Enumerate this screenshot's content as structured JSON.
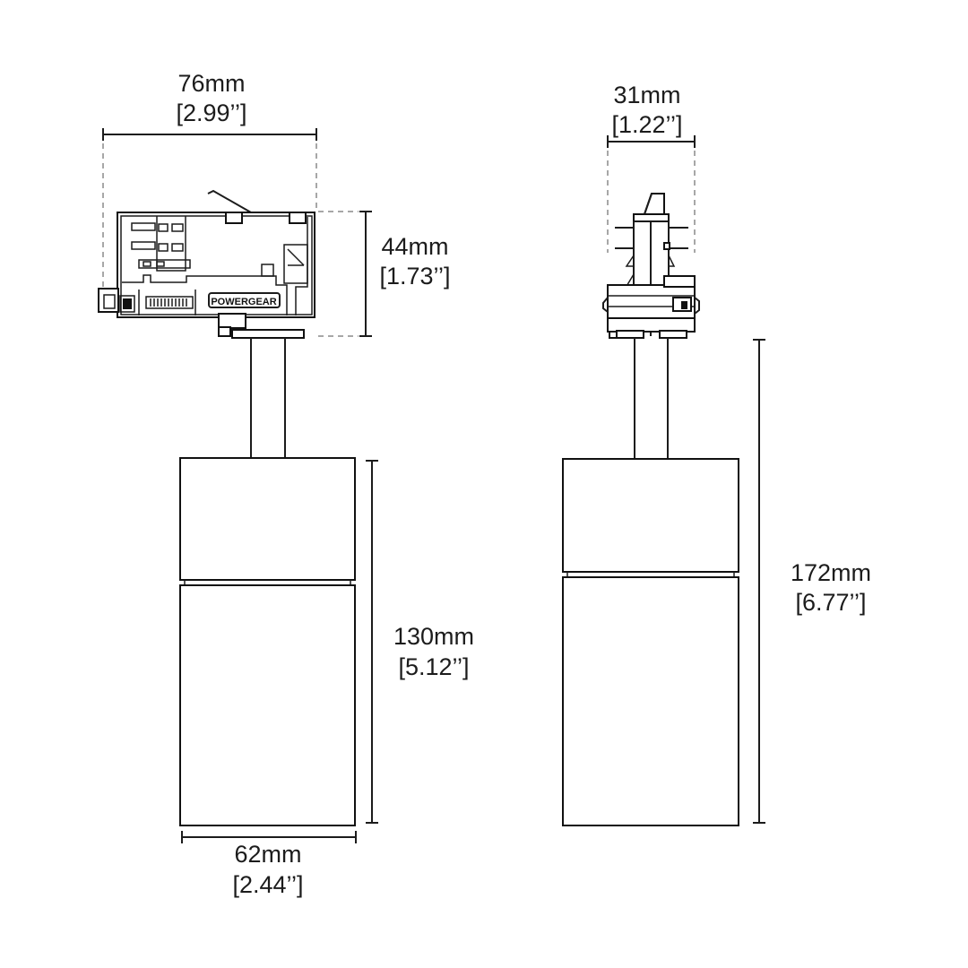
{
  "brand": "POWERGEAR",
  "dimensions": {
    "adapter_width": {
      "metric": "76mm",
      "imperial": "[2.99’’]"
    },
    "adapter_height": {
      "metric": "44mm",
      "imperial": "[1.73’’]"
    },
    "body_length": {
      "metric": "130mm",
      "imperial": "[5.12’’]"
    },
    "body_diameter": {
      "metric": "62mm",
      "imperial": "[2.44’’]"
    },
    "side_width": {
      "metric": "31mm",
      "imperial": "[1.22’’]"
    },
    "total_height": {
      "metric": "172mm",
      "imperial": "[6.77’’]"
    }
  }
}
